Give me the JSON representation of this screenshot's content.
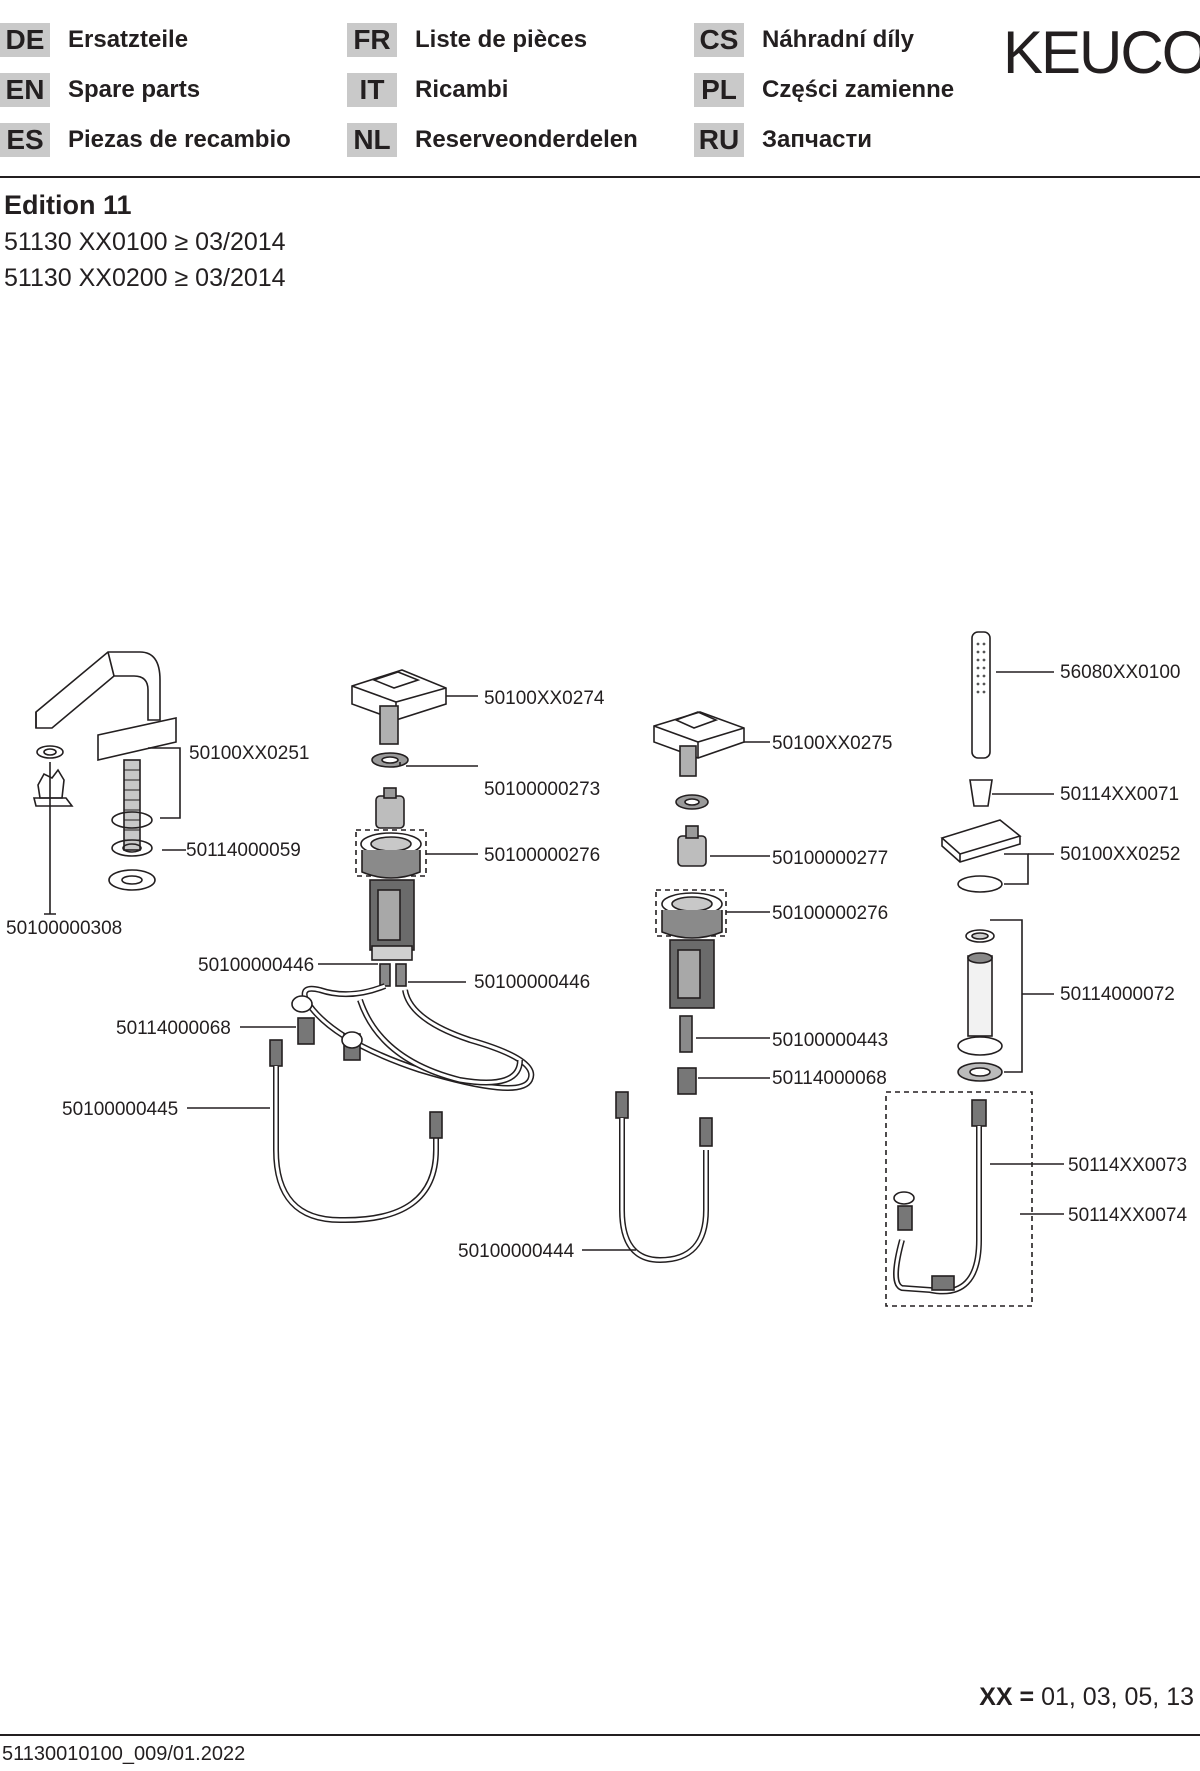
{
  "languages": [
    {
      "code": "DE",
      "name": "Ersatzteile"
    },
    {
      "code": "EN",
      "name": "Spare parts"
    },
    {
      "code": "ES",
      "name": "Piezas de recambio"
    },
    {
      "code": "FR",
      "name": "Liste de pièces"
    },
    {
      "code": "IT",
      "name": "Ricambi"
    },
    {
      "code": "NL",
      "name": "Reserveonderdelen"
    },
    {
      "code": "CS",
      "name": "Náhradní díly"
    },
    {
      "code": "PL",
      "name": "Części zamienne"
    },
    {
      "code": "RU",
      "name": "Запчасти"
    }
  ],
  "brand": "KEUCO",
  "product": {
    "title": "Edition 11",
    "models": [
      "51130 XX0100 ≥ 03/2014",
      "51130 XX0200 ≥ 03/2014"
    ]
  },
  "parts": [
    "56080XX0100",
    "50100XX0274",
    "50100XX0251",
    "50100XX0275",
    "50100000273",
    "50114XX0071",
    "50114000059",
    "50100000276",
    "50100000277",
    "50100XX0252",
    "50100000308",
    "50100000276",
    "50100000446",
    "50100000446",
    "50114000072",
    "50114000068",
    "50100000443",
    "50114000068",
    "50100000445",
    "50114XX0073",
    "50114XX0074",
    "50100000444"
  ],
  "legend": {
    "key": "XX =",
    "values": "01, 03, 05, 13"
  },
  "footer": "51130010100_009/01.2022",
  "colors": {
    "ink": "#231f20",
    "code_bg": "#c9c9c9"
  }
}
